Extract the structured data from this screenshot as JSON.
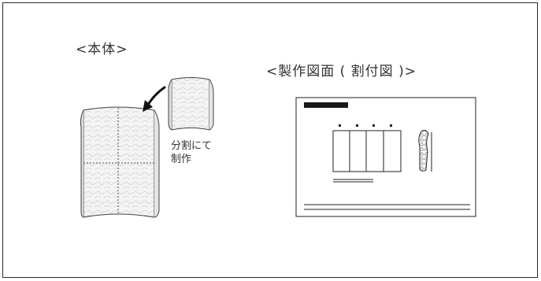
{
  "labels": {
    "body": "<本体>",
    "drawing": "<製作図面 ( 割付図 )>",
    "note_line1": "分割にて",
    "note_line2": "制作"
  },
  "colors": {
    "frame": "#2a2a2a",
    "cloth": "#f2f2f2",
    "outline": "#444444",
    "pattern": "#bbbbbb",
    "title_bar": "#1a1a1a"
  }
}
